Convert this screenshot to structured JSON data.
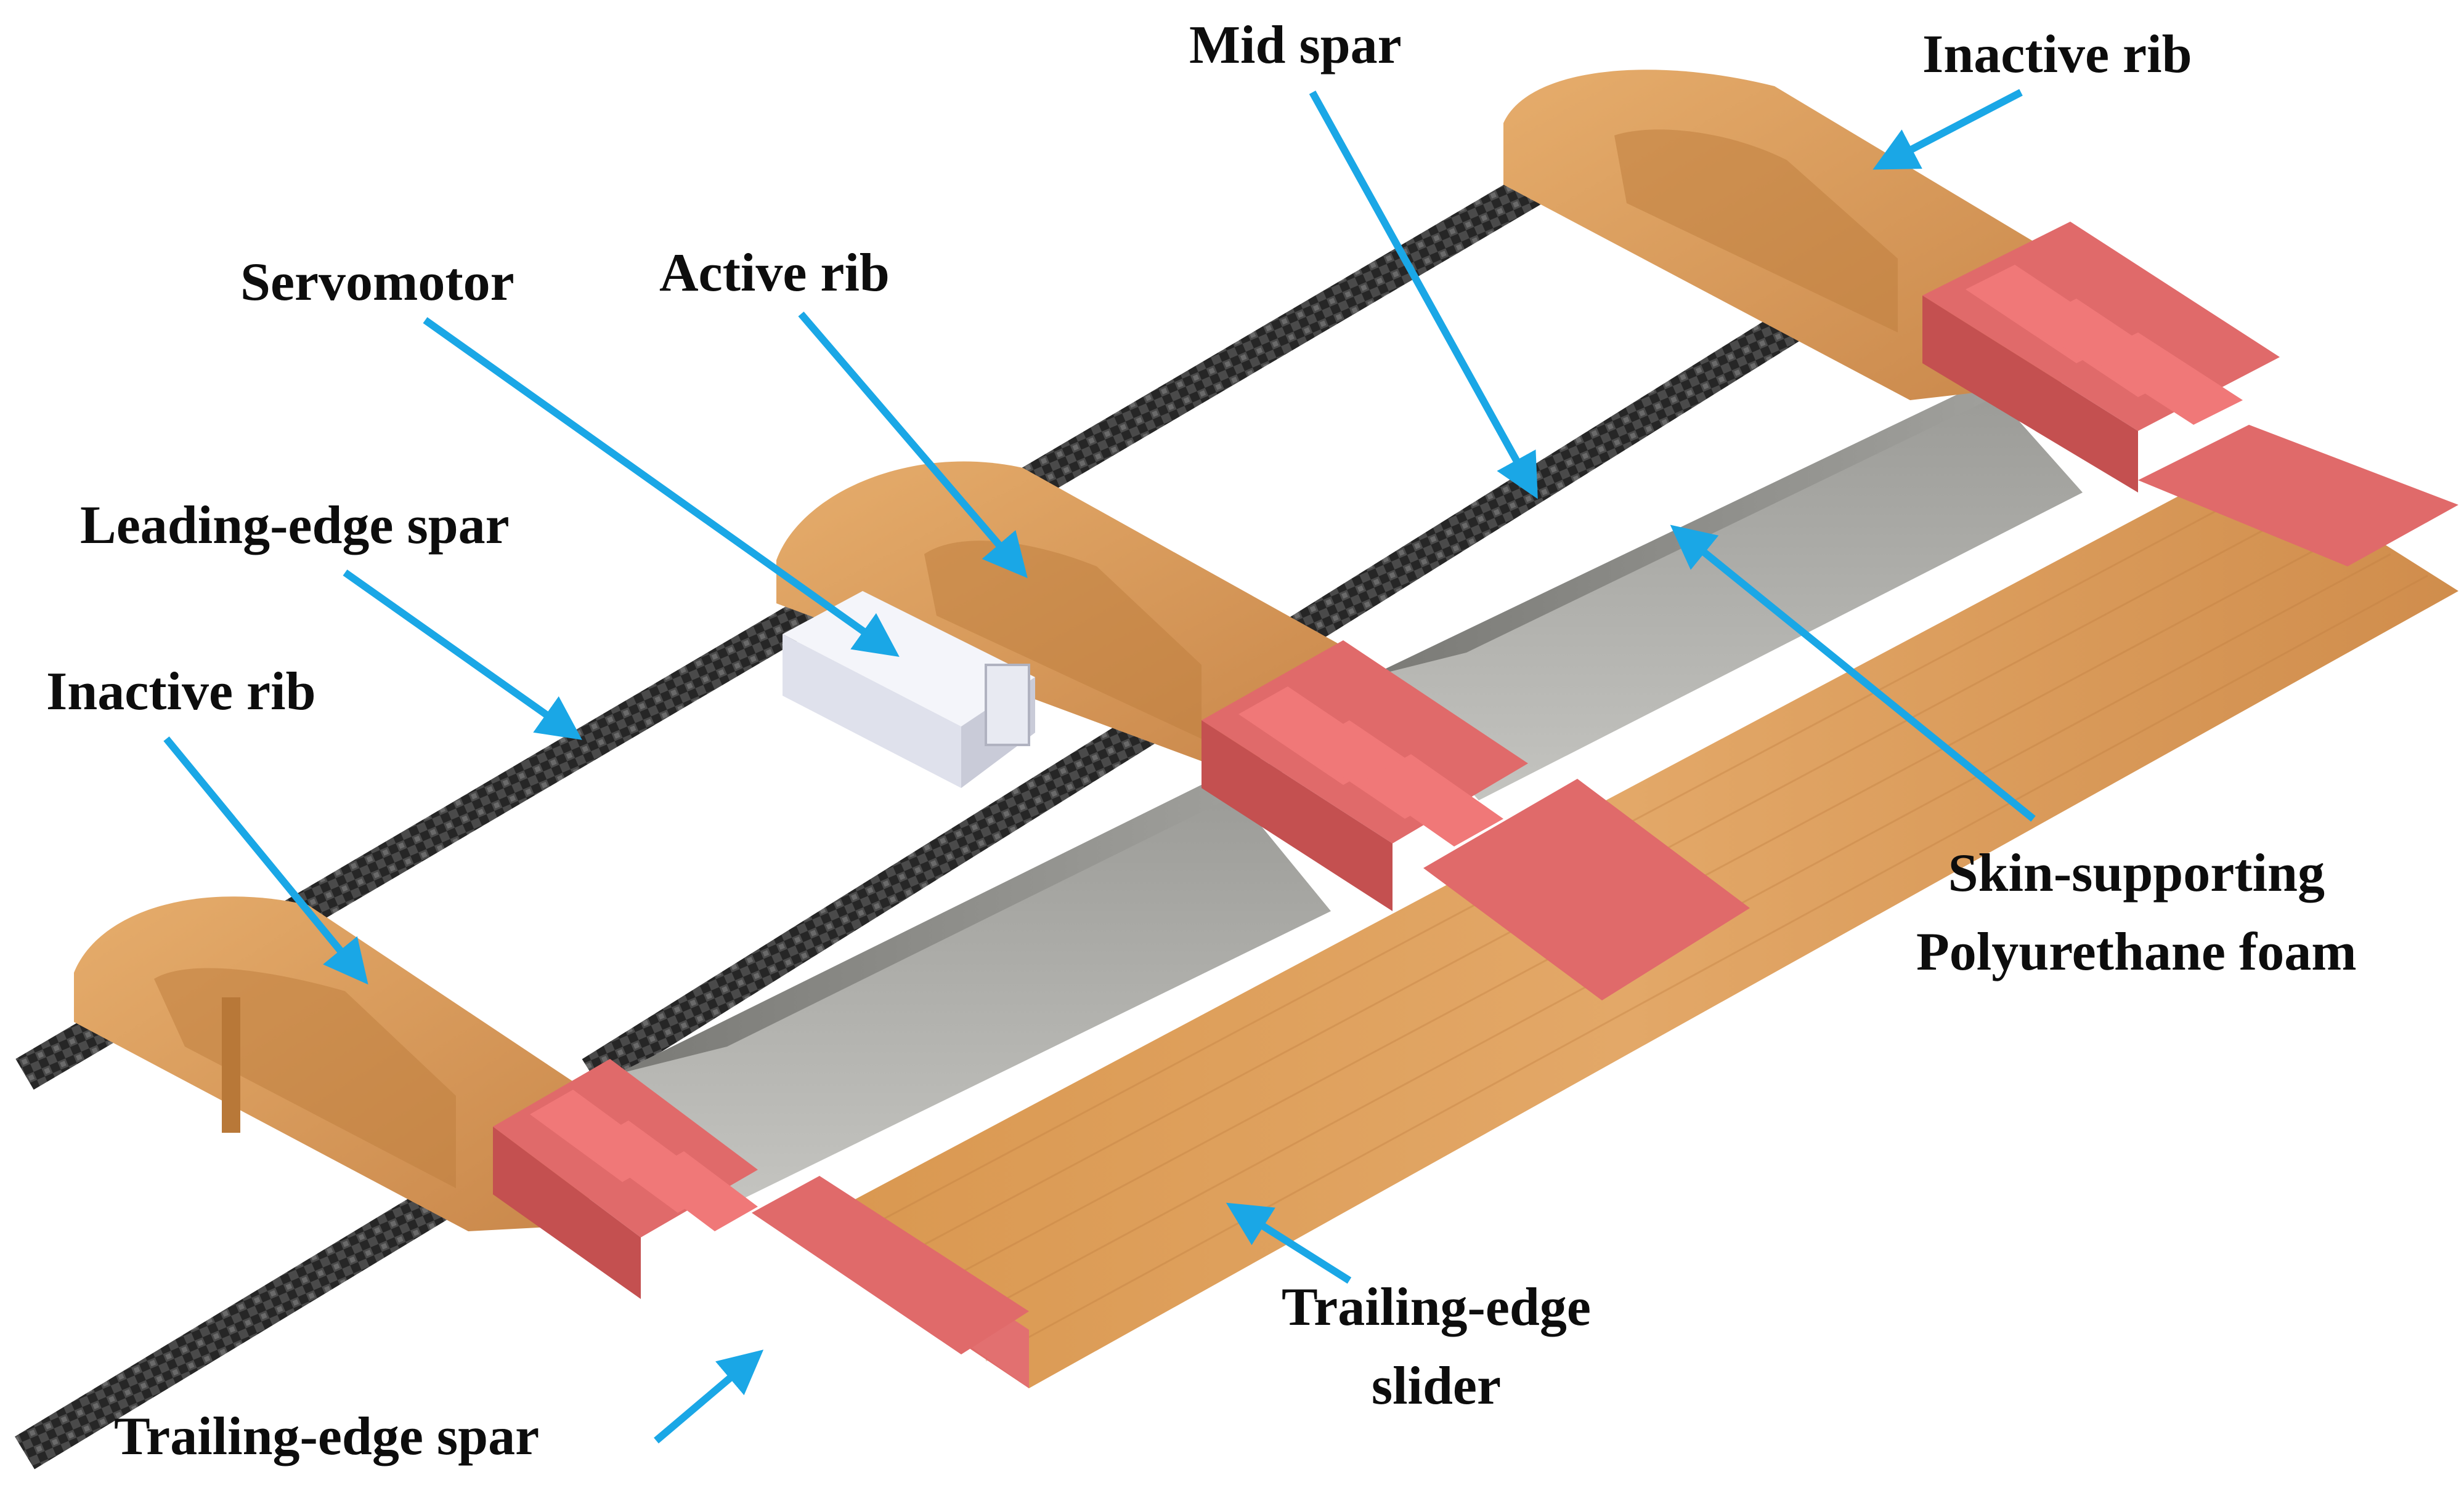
{
  "labels": {
    "mid_spar": "Mid spar",
    "inactive_rib_top": "Inactive rib",
    "servomotor": "Servomotor",
    "active_rib": "Active rib",
    "leading_edge_spar": "Leading-edge spar",
    "inactive_rib_left": "Inactive rib",
    "skin_supporting_line1": "Skin-supporting",
    "skin_supporting_line2": "Polyurethane foam",
    "trailing_edge_slider_line1": "Trailing-edge",
    "trailing_edge_slider_line2": "slider",
    "trailing_edge_spar": "Trailing-edge spar"
  },
  "colors": {
    "arrow": "#1aa7e6",
    "wood": "#d89a58",
    "wood_dark": "#b57633",
    "pink": "#e06a6a",
    "pink_dark": "#c45050",
    "foam": "#8c8c88",
    "carbon": "#2b2b2b",
    "servo": "#eceef6"
  }
}
